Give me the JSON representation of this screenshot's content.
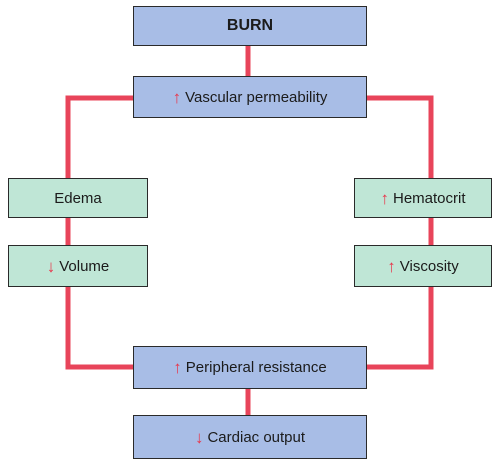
{
  "diagram": {
    "colors": {
      "connector": "#e8445a",
      "arrow": "#e8364b",
      "blue_box": "#a8bde6",
      "green_box": "#bfe6d6",
      "border": "#2a2a2a"
    },
    "nodes": {
      "burn": {
        "label": "BURN"
      },
      "vascular_permeability": {
        "arrow": "↑",
        "label": "Vascular permeability"
      },
      "edema": {
        "label": "Edema"
      },
      "volume": {
        "arrow": "↓",
        "label": "Volume"
      },
      "hematocrit": {
        "arrow": "↑",
        "label": "Hematocrit"
      },
      "viscosity": {
        "arrow": "↑",
        "label": "Viscosity"
      },
      "peripheral_resistance": {
        "arrow": "↑",
        "label": "Peripheral resistance"
      },
      "cardiac_output": {
        "arrow": "↓",
        "label": "Cardiac output"
      }
    }
  }
}
